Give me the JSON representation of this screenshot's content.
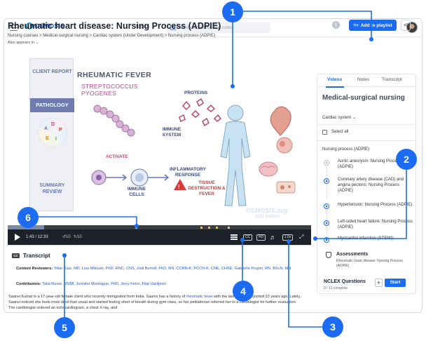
{
  "topbar": {
    "logo_text": "OSMOSIS",
    "topics_label": "Topics",
    "search_placeholder": "Search for videos and notes"
  },
  "header": {
    "title": "Rheumatic heart disease: Nursing Process (ADPIE)",
    "info_icon": "i",
    "add_playlist_label": "Add to playlist",
    "breadcrumb": "Nursing courses > Medical-surgical nursing > Cardiac system (Under Development) > Nursing process (ADPIE)",
    "also_appears_in": "Also appears in"
  },
  "slide": {
    "left_panel": {
      "client_report": "CLIENT REPORT",
      "pathology": "PATHOLOGY",
      "adpie_letters": [
        "A",
        "D",
        "P",
        "I",
        "E"
      ],
      "summary_review": "SUMMARY REVIEW"
    },
    "title": "RHEUMATIC FEVER",
    "subtitle": "STREPTOCOCCUS PYOGENES",
    "labels": {
      "proteins": "PROTEINS",
      "immune_system": "IMMUNE SYSTEM",
      "activate": "ACTIVATE",
      "immune_cells": "IMMUNE CELLS",
      "inflammatory_response": "INFLAMMATORY RESPONSE",
      "tissue_destruction": "TISSUE DESTRUCTION & FEVER"
    },
    "watermark": "OSMOSIS.org",
    "watermark_sub": "2021 Edition"
  },
  "player": {
    "progress_fraction": 0.12,
    "time": "1:43 / 12:33",
    "rewind_label": "10",
    "forward_label": "10",
    "cc_label": "CC",
    "quality_label": "HD",
    "speed_label": "1.0x",
    "chapter_marker_fractions": [
      0.42,
      0.635,
      0.66,
      0.685,
      0.725
    ]
  },
  "transcript": {
    "heading": "Transcript",
    "cc_badge": "CC",
    "reviewers_label": "Content Reviewers:",
    "reviewers": "Yifan Xiao, MD, Lisa Miklush, PhD, RNC, CNS, Jodi Berndt, PhD, RN, CCRN-K, PCCN-K, CNE, CHSE, Gabrielle Proper, RN, BScN, MN",
    "contributors_label": "Contributors:",
    "contributors": "Talia Ruxer, MSMI, Jennifer Montague, PhD, Jerry Ferro, Filip Vasiljević",
    "body_intro": "Saanvi Kumar is a 17-year-old female client who recently immigrated from India. Saanvi has a history of ",
    "body_link": "rheumatic fever",
    "body_rest": " with the last episode reported 10 years ago. Lately, Saanvi noticed she feels more tired than usual and started feeling short of breath during gym class, so her pediatrician referred her to a cardiologist for further evaluation. The cardiologist ordered an echocardiogram, a chest X-ray, and"
  },
  "sidebar": {
    "tabs": [
      "Videos",
      "Notes",
      "Transcript"
    ],
    "active_tab": "Videos",
    "title": "Medical-surgical nursing",
    "select_value": "Cardiac system",
    "select_all_label": "Select all",
    "section_label": "Nursing process (ADPIE)",
    "items": [
      {
        "label": "Aortic aneurysm: Nursing Process (ADPIE)"
      },
      {
        "label": "Coronary artery disease (CAD) and angina pectoris: Nursing Process (ADPIE)"
      },
      {
        "label": "Hypertension: Nursing Process (ADPIE)"
      },
      {
        "label": "Left-sided heart failure: Nursing Process (ADPIE)"
      },
      {
        "label": "Myocardial infarction (STEMI):"
      }
    ]
  },
  "assessments": {
    "title": "Assessments",
    "subtitle": "Rheumatic heart disease: Nursing Process (ADPIE)",
    "nclex_title": "NCLEX Questions",
    "nclex_sub": "0 / 12 complete",
    "plus_label": "+",
    "start_label": "Start"
  },
  "callouts": [
    "1",
    "2",
    "3",
    "4",
    "5",
    "6"
  ],
  "colors": {
    "accent": "#1b6cf2",
    "callout": "#1b6cf2",
    "marker": "#f2c23a"
  }
}
